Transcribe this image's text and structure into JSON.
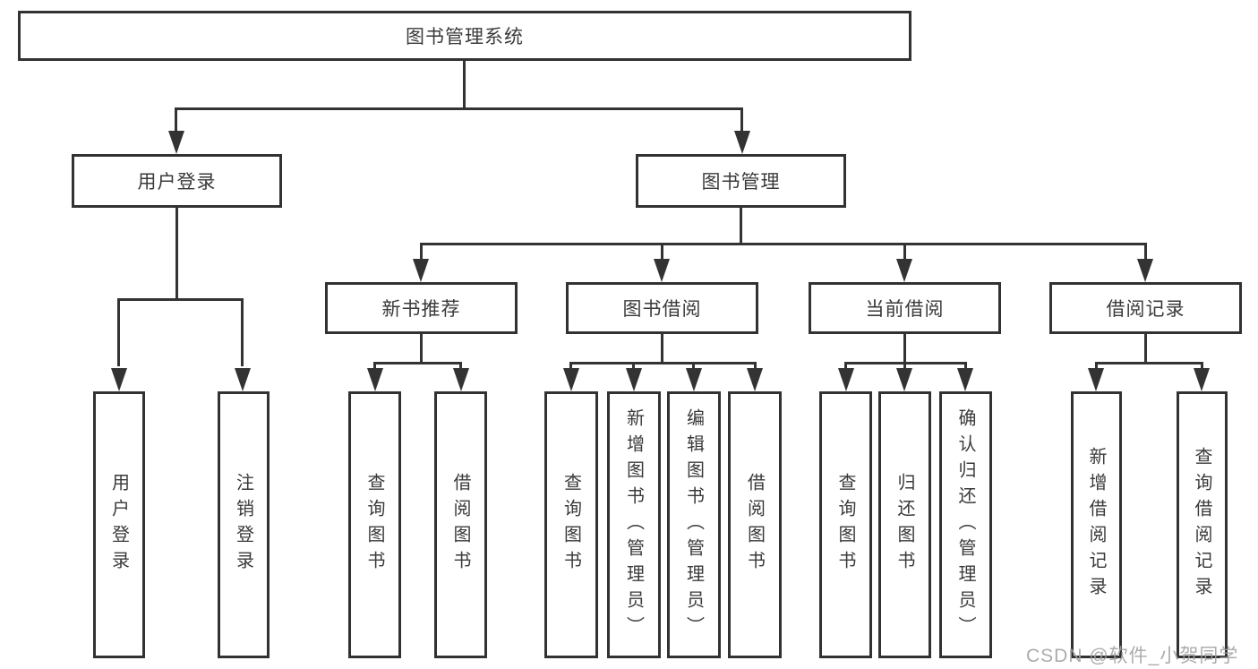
{
  "colors": {
    "line": "#333333",
    "border": "#323232",
    "text": "#3a3a3a",
    "background": "#ffffff",
    "watermark": "#a0a0a0"
  },
  "watermark": {
    "text": "CSDN @软件_小贺同学"
  },
  "tree": {
    "label": "图书管理系统",
    "children": [
      {
        "label": "用户登录",
        "children": [
          {
            "label": "用户登录"
          },
          {
            "label": "注销登录"
          }
        ]
      },
      {
        "label": "图书管理",
        "children": [
          {
            "label": "新书推荐",
            "children": [
              {
                "label": "查询图书"
              },
              {
                "label": "借阅图书"
              }
            ]
          },
          {
            "label": "图书借阅",
            "children": [
              {
                "label": "查询图书"
              },
              {
                "label": "新增图书（管理员）"
              },
              {
                "label": "编辑图书（管理员）"
              },
              {
                "label": "借阅图书"
              }
            ]
          },
          {
            "label": "当前借阅",
            "children": [
              {
                "label": "查询图书"
              },
              {
                "label": "归还图书"
              },
              {
                "label": "确认归还（管理员）"
              }
            ]
          },
          {
            "label": "借阅记录",
            "children": [
              {
                "label": "新增借阅记录"
              },
              {
                "label": "查询借阅记录"
              }
            ]
          }
        ]
      }
    ]
  }
}
